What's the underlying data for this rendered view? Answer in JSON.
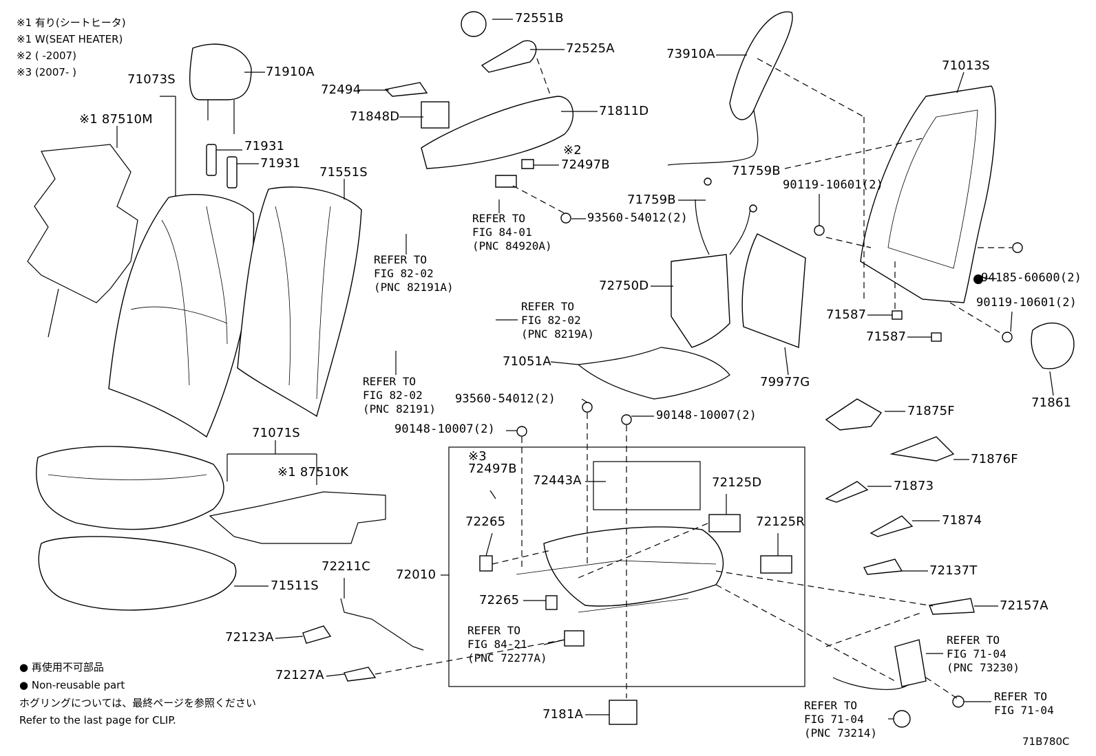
{
  "notes": {
    "note1_jp": "※1 有り(シートヒータ)",
    "note1_en": "※1 W(SEAT HEATER)",
    "note2": "※2 (      -2007)",
    "note3": "※3 (2007-       )"
  },
  "legend": {
    "non_reusable_jp": "● 再使用不可部品",
    "non_reusable_en": "● Non-reusable part",
    "clip_jp": "ホグリングについては、最終ページを参照ください",
    "clip_en": "Refer to the last page for CLIP."
  },
  "figure_code": "71B780C",
  "parts": {
    "p72551B": "72551B",
    "p72525A": "72525A",
    "p72494": "72494",
    "p71848D": "71848D",
    "p71811D": "71811D",
    "p72497B_a": "72497B",
    "mark2": "※2",
    "p93560_a": "93560-54012(2)",
    "p73910A": "73910A",
    "p71013S": "71013S",
    "p71759B_a": "71759B",
    "p71759B_b": "71759B",
    "p90119_a": "90119-10601(2)",
    "p94185": "94185-60600(2)",
    "p90119_b": "90119-10601(2)",
    "p71587_a": "71587",
    "p71587_b": "71587",
    "p72750D": "72750D",
    "p71051A": "71051A",
    "p79977G": "79977G",
    "p71861": "71861",
    "p71073S": "71073S",
    "p87510M": "※1 87510M",
    "p71910A": "71910A",
    "p71931_a": "71931",
    "p71931_b": "71931",
    "p71551S": "71551S",
    "p93560_b": "93560-54012(2)",
    "p90148_a": "90148-10007(2)",
    "p90148_b": "90148-10007(2)",
    "p71071S": "71071S",
    "p87510K": "※1 87510K",
    "p71511S": "71511S",
    "p72211C": "72211C",
    "p72123A": "72123A",
    "p72127A": "72127A",
    "mark3": "※3",
    "p72497B_b": "72497B",
    "p72443A": "72443A",
    "p72125D": "72125D",
    "p72125R": "72125R",
    "p72265_a": "72265",
    "p72265_b": "72265",
    "p72010": "72010",
    "p7181A": "7181A",
    "p71875F": "71875F",
    "p71876F": "71876F",
    "p71873": "71873",
    "p71874": "71874",
    "p72137T": "72137T",
    "p72157A": "72157A"
  },
  "refs": {
    "r1": "REFER TO\nFIG 84-01\n(PNC 84920A)",
    "r2": "REFER TO\nFIG 82-02\n(PNC 82191A)",
    "r3": "REFER TO\nFIG 82-02\n(PNC 8219A)",
    "r4": "REFER TO\nFIG 82-02\n(PNC 82191)",
    "r5": "REFER TO\nFIG 84-21\n(PNC 72277A)",
    "r6": "REFER TO\nFIG 71-04\n(PNC 73230)",
    "r7": "REFER TO\nFIG 71-04",
    "r8": "REFER TO\nFIG 71-04\n(PNC 73214)"
  }
}
